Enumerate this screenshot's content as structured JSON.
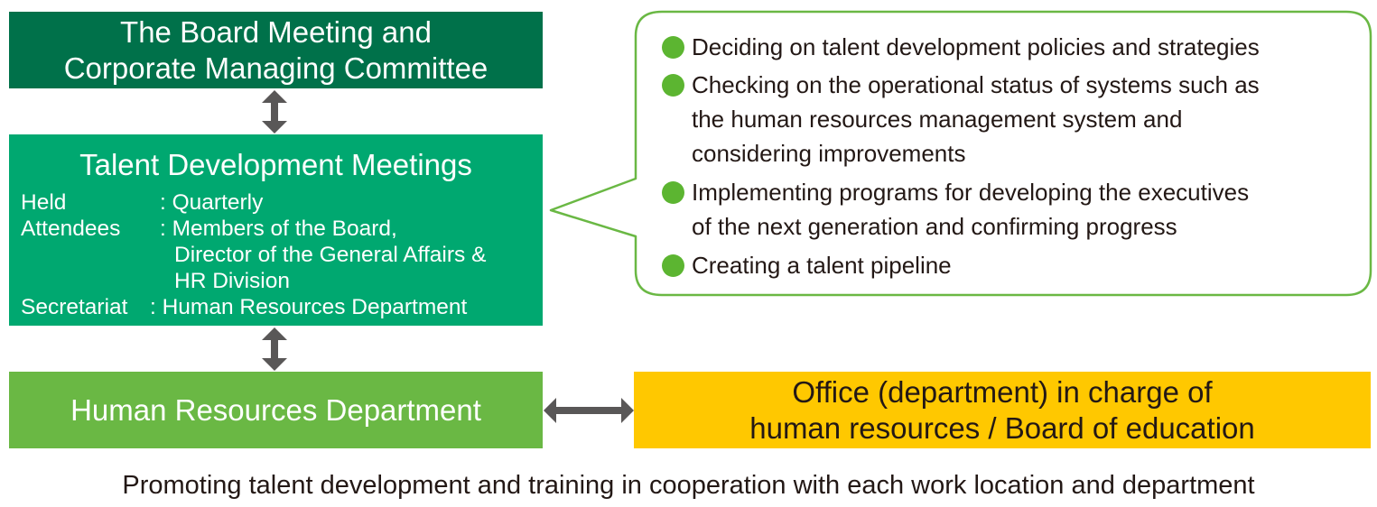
{
  "board": {
    "line1": "The Board Meeting and",
    "line2": "Corporate Managing Committee"
  },
  "meetings": {
    "title": "Talent Development Meetings",
    "held_label": "Held",
    "held_value": ": Quarterly",
    "attendees_label": "Attendees",
    "attendees_value_1": ": Members of the Board,",
    "attendees_value_2": "Director of the General Affairs &",
    "attendees_value_3": "HR Division",
    "secretariat_label": "Secretariat",
    "secretariat_value": ": Human Resources Department"
  },
  "callout": {
    "items": [
      {
        "lines": [
          "Deciding on talent development policies and strategies"
        ]
      },
      {
        "lines": [
          "Checking on the operational status of systems such as",
          "the human resources management system and",
          "considering improvements"
        ]
      },
      {
        "lines": [
          "Implementing programs for developing the executives",
          "of the next generation and confirming progress"
        ]
      },
      {
        "lines": [
          "Creating a talent pipeline"
        ]
      }
    ]
  },
  "hr": {
    "label": "Human Resources Department"
  },
  "office": {
    "line1": "Office (department) in charge of",
    "line2": "human resources / Board of education"
  },
  "footer": "Promoting talent development and training in cooperation with each work location and department",
  "colors": {
    "board": "#00714a",
    "meetings": "#00a870",
    "hr": "#6ab844",
    "office": "#ffc800",
    "callout_border": "#6ab844",
    "bullet": "#5cb531",
    "arrow": "#595757"
  }
}
